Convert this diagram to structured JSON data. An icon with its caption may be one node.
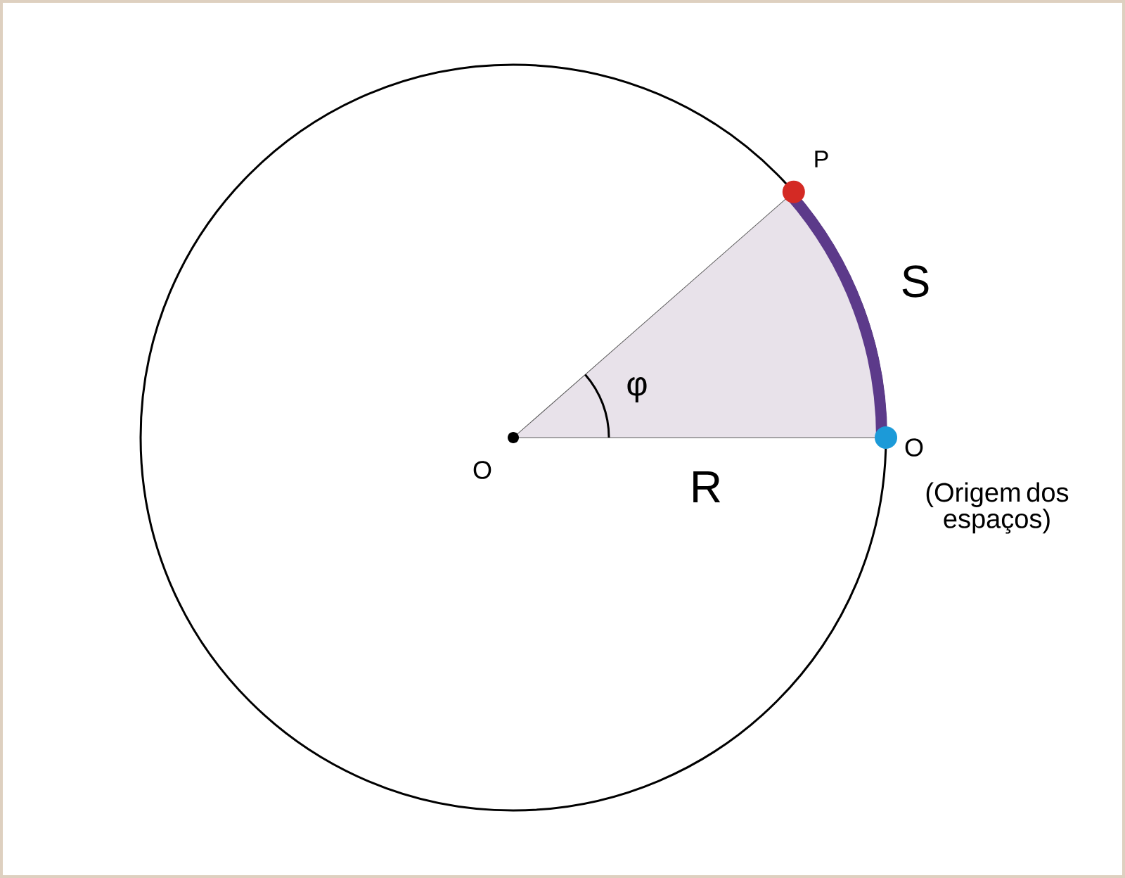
{
  "diagram": {
    "labels": [
      "P",
      "S",
      "φ",
      "O",
      "R",
      "O",
      "(Origem dos espaços)"
    ]
  }
}
